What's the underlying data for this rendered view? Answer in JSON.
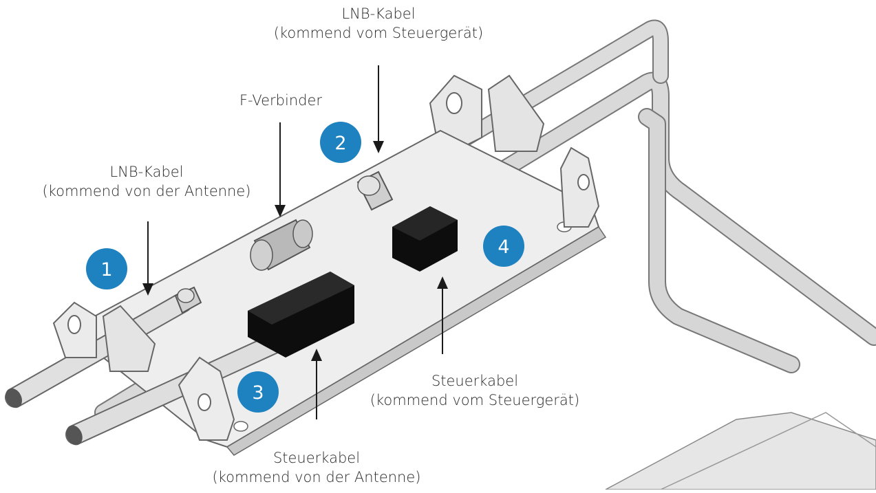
{
  "colors": {
    "background": "#ffffff",
    "badge": "#1f82c0",
    "badge_text": "#ffffff",
    "metal": "#e6e6e6",
    "metal_shadow": "#bdbdbd",
    "outline": "#555555",
    "pipe": "#d4d4d4",
    "block": "#111111",
    "arrow": "#1a1a1a"
  },
  "labels": {
    "lnb_steuergeraet": {
      "line1": "LNB-Kabel",
      "line2": "(kommend vom Steuergerät)"
    },
    "f_verbinder": {
      "line1": "F-Verbinder"
    },
    "lnb_antenne": {
      "line1": "LNB-Kabel",
      "line2": "(kommend von der Antenne)"
    },
    "steuer_steuergeraet": {
      "line1": "Steuerkabel",
      "line2": "(kommend vom Steuergerät)"
    },
    "steuer_antenne": {
      "line1": "Steuerkabel",
      "line2": "(kommend von der Antenne)"
    }
  },
  "badges": [
    {
      "id": "badge-1",
      "number": "1"
    },
    {
      "id": "badge-2",
      "number": "2"
    },
    {
      "id": "badge-3",
      "number": "3"
    },
    {
      "id": "badge-4",
      "number": "4"
    }
  ],
  "icons": {
    "arrow": "arrow-down-icon",
    "arrow_up": "arrow-up-icon"
  }
}
